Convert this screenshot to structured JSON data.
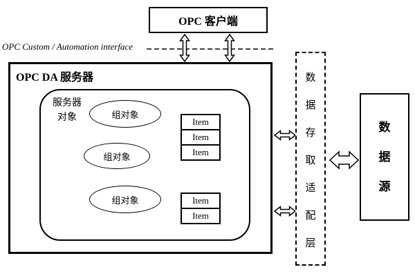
{
  "client": {
    "label": "OPC 客户端"
  },
  "interface_label": "OPC Custom / Automation interface",
  "server": {
    "label": "OPC DA 服务器",
    "server_object": {
      "label_line1": "服务器",
      "label_line2": "对象"
    },
    "group_objects": [
      {
        "label": "组对象"
      },
      {
        "label": "组对象"
      },
      {
        "label": "组对象"
      }
    ],
    "item_stacks": [
      {
        "items": [
          "Item",
          "Item",
          "Item"
        ]
      },
      {
        "items": [
          "Item",
          "Item"
        ]
      }
    ]
  },
  "adapter": {
    "label": "数据存取适配层"
  },
  "data_source": {
    "label": "数据源"
  },
  "colors": {
    "line": "#000000",
    "background": "#ffffff"
  }
}
